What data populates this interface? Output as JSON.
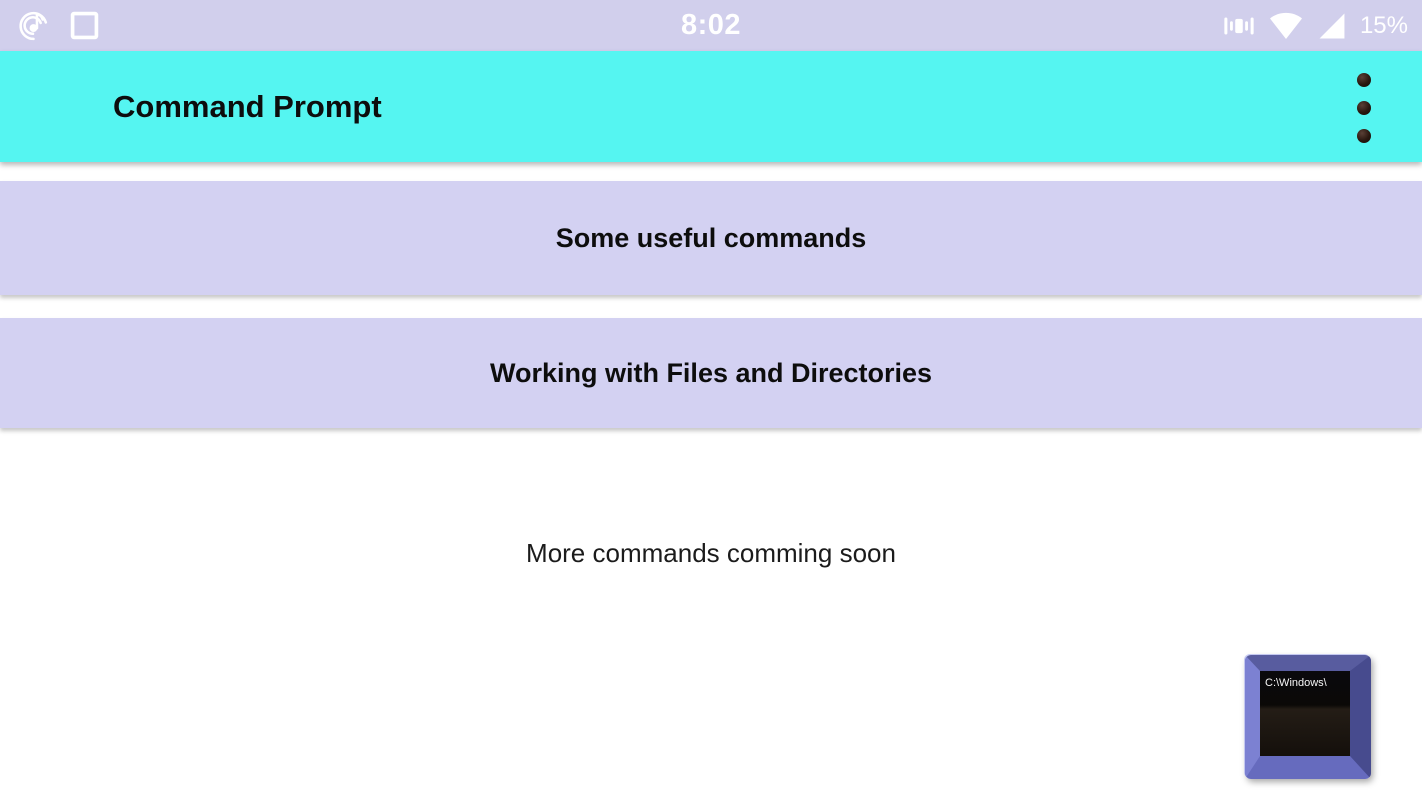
{
  "status_bar": {
    "time": "8:02",
    "battery": "15%",
    "left_icons": [
      {
        "name": "music-notification-icon"
      },
      {
        "name": "screenshot-notification-icon"
      }
    ],
    "right_icons": [
      {
        "name": "vibrate-icon"
      },
      {
        "name": "wifi-icon"
      },
      {
        "name": "cellular-signal-icon"
      }
    ]
  },
  "app_bar": {
    "title": "Command Prompt",
    "menu_icon": "overflow-menu-icon"
  },
  "menu_items": [
    {
      "label": "Some useful commands"
    },
    {
      "label": "Working with Files and Directories"
    }
  ],
  "footer_note": "More commands comming soon",
  "launcher_icon": {
    "screen_text": "C:\\Windows\\"
  },
  "colors": {
    "status_bar_bg": "#d1cfec",
    "app_bar_bg": "#55f5f1",
    "menu_item_bg": "#d3d1f2",
    "page_bg": "#ffffff",
    "text": "#0d0d0d"
  }
}
